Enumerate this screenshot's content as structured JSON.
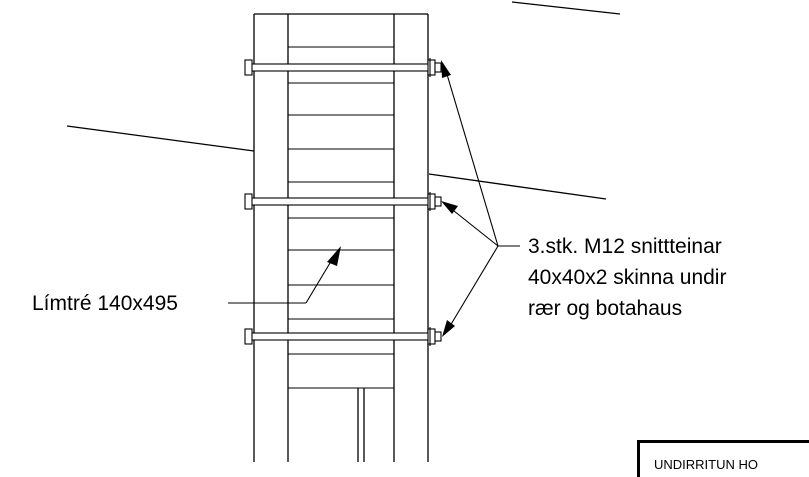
{
  "labels": {
    "beam": "Límtré 140x495",
    "bolts_line1": "3.stk.  M12 snittteinar",
    "bolts_line2": "40x40x2 skinna undir",
    "bolts_line3": "rær og botahaus"
  },
  "title_block": {
    "text": "UNDIRRITUN HO"
  },
  "colors": {
    "line": "#000000",
    "background": "#ffffff"
  }
}
